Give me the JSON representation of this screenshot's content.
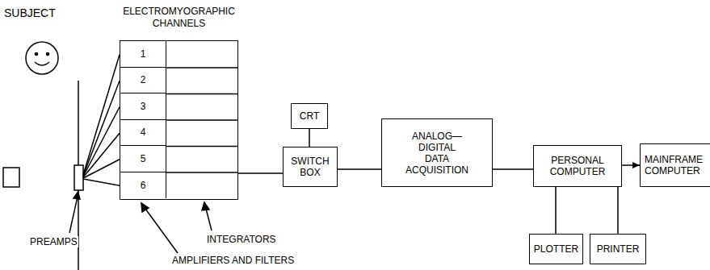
{
  "diagram": {
    "nodes": [
      {
        "text": [
          "ELECTROMYOGRAPHIC CHANNELS"
        ]
      },
      {
        "text": [
          "1"
        ],
        "in": 0
      },
      {
        "text": [
          "2"
        ],
        "in": 0
      },
      {
        "text": [
          "3"
        ],
        "in": 0
      },
      {
        "text": [
          "4"
        ],
        "in": 0
      },
      {
        "text": [
          "5"
        ],
        "in": 0
      },
      {
        "text": [
          "6"
        ],
        "in": 0
      },
      {
        "text": [
          "CRT"
        ]
      },
      {
        "text": [
          "SWITCH BOX"
        ]
      },
      {
        "text": [
          "ANALOG— DIGITAL DATA ACQUISITION"
        ]
      },
      {
        "text": [
          "PERSONAL COMPUTER"
        ]
      },
      {
        "text": [
          "MAINFRAME COMPUTER"
        ]
      },
      {
        "text": [
          "PLOTTER"
        ]
      },
      {
        "text": [
          "PRINTER"
        ]
      }
    ],
    "edges": [
      {
        "from": 0,
        "to": 8,
        "arrow": "none"
      },
      {
        "from": 7,
        "to": 8,
        "arrow": "none"
      },
      {
        "from": 8,
        "to": 9,
        "arrow": "none"
      },
      {
        "from": 9,
        "to": 10,
        "arrow": "none"
      },
      {
        "from": 10,
        "to": 11,
        "arrow": "to"
      },
      {
        "from": 10,
        "to": 12,
        "arrow": "none"
      },
      {
        "from": 10,
        "to": 13,
        "arrow": "none"
      }
    ],
    "labels": [
      "SUBJECT",
      "PREAMPS",
      "INTEGRATORS",
      "AMPLIFIERS AND FILTERS"
    ]
  }
}
